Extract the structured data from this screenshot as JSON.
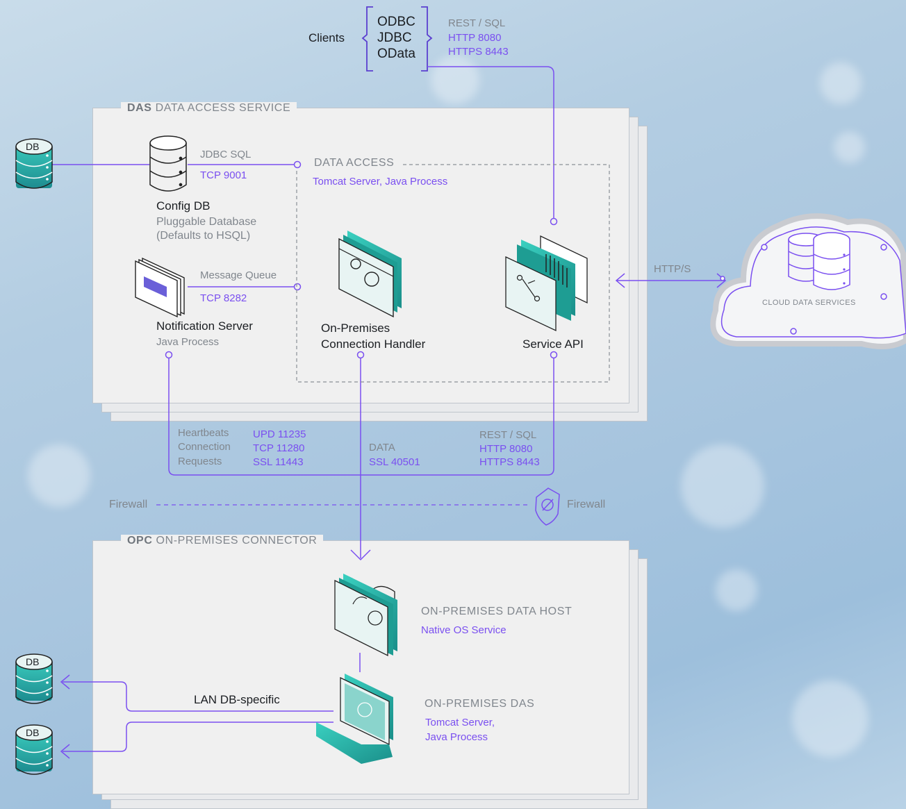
{
  "clients": {
    "label": "Clients",
    "drivers": [
      "ODBC",
      "JDBC",
      "OData"
    ],
    "protocol": "REST / SQL",
    "ports": [
      "HTTP 8080",
      "HTTPS 8443"
    ]
  },
  "das": {
    "title_bold": "DAS",
    "title": "DATA ACCESS SERVICE",
    "external_db_label": "DB",
    "config_db": {
      "name": "Config DB",
      "desc1": "Pluggable Database",
      "desc2": "(Defaults to HSQL)",
      "link_protocol": "JDBC SQL",
      "link_port": "TCP 9001"
    },
    "notification_server": {
      "name": "Notification Server",
      "desc": "Java Process",
      "link_protocol": "Message Queue",
      "link_port": "TCP 8282"
    },
    "data_access": {
      "title": "DATA ACCESS",
      "subtitle": "Tomcat Server, Java Process",
      "handler_line1": "On-Premises",
      "handler_line2": "Connection Handler",
      "service_api": "Service API"
    }
  },
  "cloud": {
    "label": "CLOUD DATA SERVICES",
    "link": "HTTP/S"
  },
  "links": {
    "labels": [
      "Heartbeats",
      "Connection",
      "Requests"
    ],
    "ports": [
      "UPD 11235",
      "TCP 11280",
      "SSL 11443"
    ],
    "data_label": "DATA",
    "data_port": "SSL 40501",
    "rest_label": "REST / SQL",
    "rest_ports": [
      "HTTP 8080",
      "HTTPS 8443"
    ]
  },
  "firewall": {
    "left": "Firewall",
    "right": "Firewall"
  },
  "opc": {
    "title_bold": "OPC",
    "title": "ON-PREMISES CONNECTOR",
    "data_host_title": "ON-PREMISES DATA HOST",
    "data_host_sub": "Native OS Service",
    "das_title": "ON-PREMISES DAS",
    "das_sub1": "Tomcat Server,",
    "das_sub2": "Java Process",
    "lan_label": "LAN DB-specific",
    "db_labels": [
      "DB",
      "DB"
    ]
  },
  "colors": {
    "accent_purple": "#7a4ff0",
    "teal": "#22a99a",
    "panel_bg": "#f0f0f0",
    "text_gray": "#80868d"
  }
}
